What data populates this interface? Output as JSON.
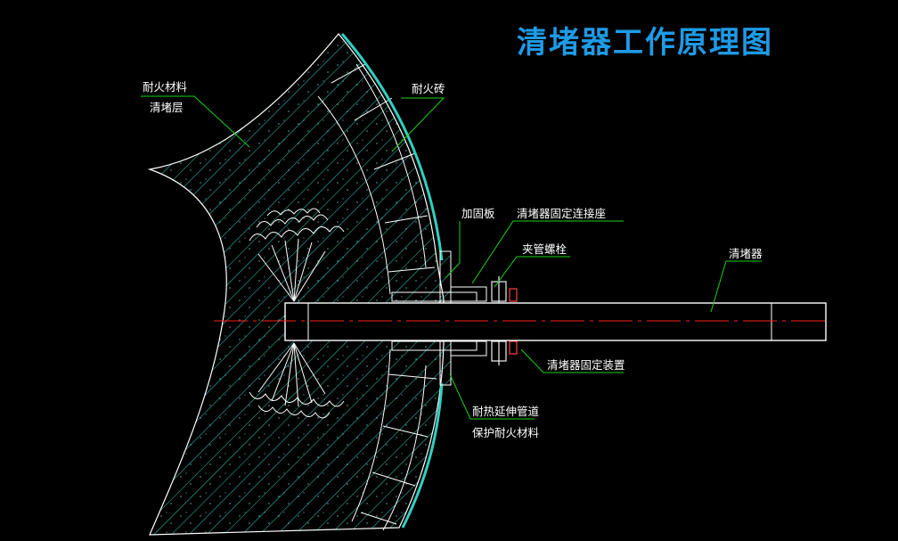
{
  "title": "清堵器工作原理图",
  "labels": {
    "refractory_material": "耐火材料",
    "blockage_layer": "清堵层",
    "refractory_brick": "耐火砖",
    "reinforcing_plate": "加固板",
    "fixing_seat": "清堵器固定连接座",
    "clamp_bolt": "夹管螺栓",
    "cleaner": "清堵器",
    "fixing_device": "清堵器固定装置",
    "heat_pipe": "耐热延伸管道",
    "protective_refractory": "保护耐火材料"
  },
  "colors": {
    "background": "#000000",
    "title": "#1e9be6",
    "outline": "#ffffff",
    "hatch": "#2fd0c0",
    "leader": "#19d219",
    "centerline": "#ff2020",
    "steel": "#e8e8e8",
    "bolt": "#f0f0f0",
    "bolt_accent": "#ff4040"
  }
}
